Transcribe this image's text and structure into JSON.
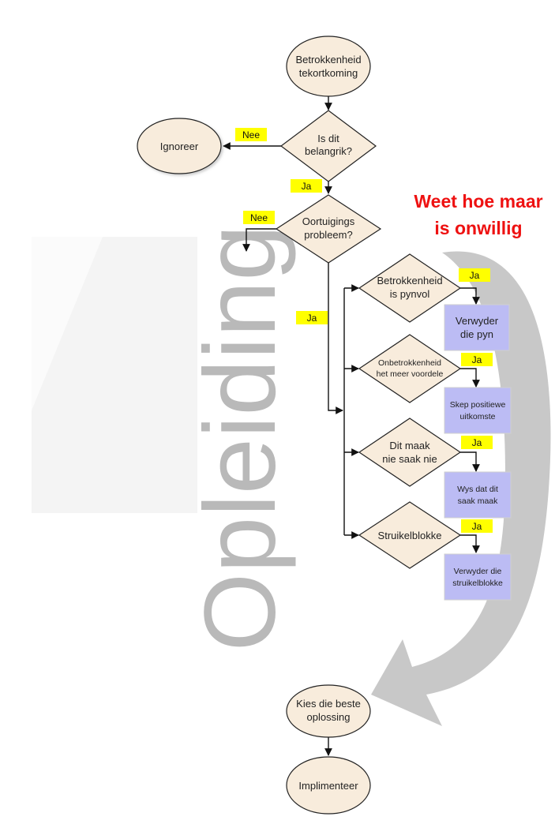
{
  "watermark": "Opleiding",
  "side_label": {
    "line1": "Weet hoe maar",
    "line2": "is onwillig"
  },
  "nodes": {
    "start": {
      "line1": "Betrokkenheid",
      "line2": "tekortkoming"
    },
    "ignore": {
      "label": "Ignoreer"
    },
    "important": {
      "line1": "Is dit",
      "line2": "belangrik?"
    },
    "conviction": {
      "line1": "Oortuigings",
      "line2": "probleem?"
    },
    "painful": {
      "line1": "Betrokkenheid",
      "line2": "is pynvol"
    },
    "more_benefits": {
      "line1": "Onbetrokkenheid",
      "line2": "het meer voordele"
    },
    "no_matter": {
      "line1": "Dit maak",
      "line2": "nie saak nie"
    },
    "obstacles": {
      "label": "Struikelblokke"
    },
    "remove_pain": {
      "line1": "Verwyder",
      "line2": "die pyn"
    },
    "positive_outcomes": {
      "line1": "Skep positiewe",
      "line2": "uitkomste"
    },
    "show_matters": {
      "line1": "Wys dat dit",
      "line2": "saak maak"
    },
    "remove_obstacles": {
      "line1": "Verwyder die",
      "line2": "struikelblokke"
    },
    "choose_best": {
      "line1": "Kies die beste",
      "line2": "oplossing"
    },
    "implement": {
      "label": "Implimenteer"
    }
  },
  "labels": {
    "no": "Nee",
    "yes": "Ja"
  },
  "colors": {
    "node_fill": "#f8ecdc",
    "action_fill": "#bcbcf4",
    "label_fill": "#ffff00",
    "side_label": "#ee1111",
    "watermark": "#b9b9b9",
    "curved_arrow": "#c8c8c8"
  }
}
